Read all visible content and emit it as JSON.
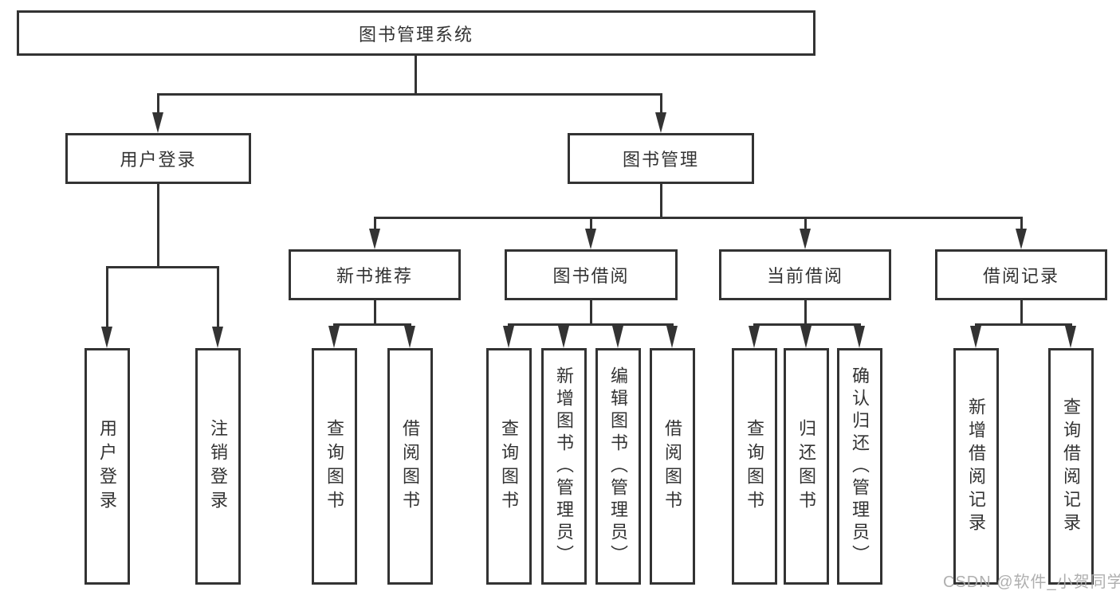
{
  "diagram_type": "functional-structure-tree",
  "colors": {
    "line": "#333333",
    "text": "#333333",
    "box_bg": "#ffffff",
    "watermark": "#a8a8a8"
  },
  "watermark": "CSDN @软件_小贺同学",
  "tree": {
    "root": {
      "label": "图书管理系统"
    },
    "children": [
      {
        "label": "用户登录",
        "children": [
          {
            "label": "用户登录"
          },
          {
            "label": "注销登录"
          }
        ]
      },
      {
        "label": "图书管理",
        "children": [
          {
            "label": "新书推荐",
            "children": [
              {
                "label": "查询图书"
              },
              {
                "label": "借阅图书"
              }
            ]
          },
          {
            "label": "图书借阅",
            "children": [
              {
                "label": "查询图书"
              },
              {
                "label": "新增图书（管理员）"
              },
              {
                "label": "编辑图书（管理员）"
              },
              {
                "label": "借阅图书"
              }
            ]
          },
          {
            "label": "当前借阅",
            "children": [
              {
                "label": "查询图书"
              },
              {
                "label": "归还图书"
              },
              {
                "label": "确认归还（管理员）"
              }
            ]
          },
          {
            "label": "借阅记录",
            "children": [
              {
                "label": "新增借阅记录"
              },
              {
                "label": "查询借阅记录"
              }
            ]
          }
        ]
      }
    ]
  }
}
